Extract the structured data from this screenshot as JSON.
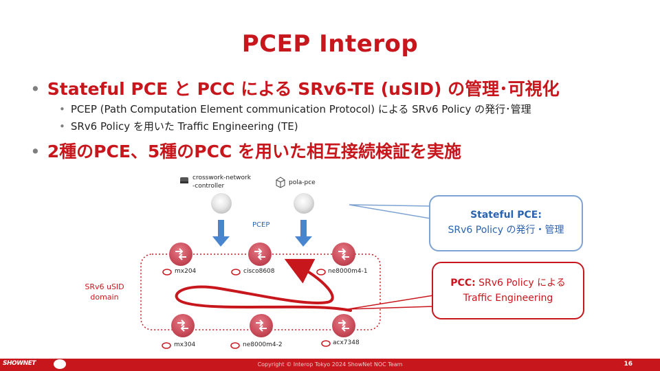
{
  "slide": {
    "title": "PCEP Interop",
    "bullets": [
      {
        "text": "Stateful PCE と PCC による SRv6-TE (uSID) の管理･可視化"
      },
      {
        "text": "2種のPCE、5種のPCC を用いた相互接続検証を実施"
      }
    ],
    "sub_bullets": [
      {
        "text": "PCEP (Path Computation Element communication Protocol) による SRv6 Policy の発行･管理"
      },
      {
        "text": "SRv6 Policy を用いた Traffic Engineering (TE)"
      }
    ]
  },
  "diagram": {
    "pce_nodes": [
      {
        "label_line1": "crosswork-network",
        "label_line2": "-controller"
      },
      {
        "label_line1": "pola-pce",
        "label_line2": ""
      }
    ],
    "pcep_label": "PCEP",
    "domain_label_line1": "SRv6 uSID",
    "domain_label_line2": "domain",
    "routers": [
      {
        "name": "mx204"
      },
      {
        "name": "cisco8608"
      },
      {
        "name": "ne8000m4-1"
      },
      {
        "name": "mx304"
      },
      {
        "name": "ne8000m4-2"
      },
      {
        "name": "acx7348"
      }
    ],
    "callout_pce": {
      "line1": "Stateful PCE:",
      "line2": "SRv6 Policy の発行・管理"
    },
    "callout_pcc": {
      "line1_bold": "PCC:",
      "line1_rest": " SRv6 Policy による",
      "line2": "Traffic Engineering"
    }
  },
  "footer": {
    "logo": "SHOWNET",
    "copyright": "Copyright © Interop Tokyo 2024 ShowNet NOC Team",
    "page_number": "16"
  },
  "colors": {
    "accent_red": "#c8161d",
    "accent_blue": "#2a63b0",
    "arrow_blue": "#4a86cf"
  }
}
